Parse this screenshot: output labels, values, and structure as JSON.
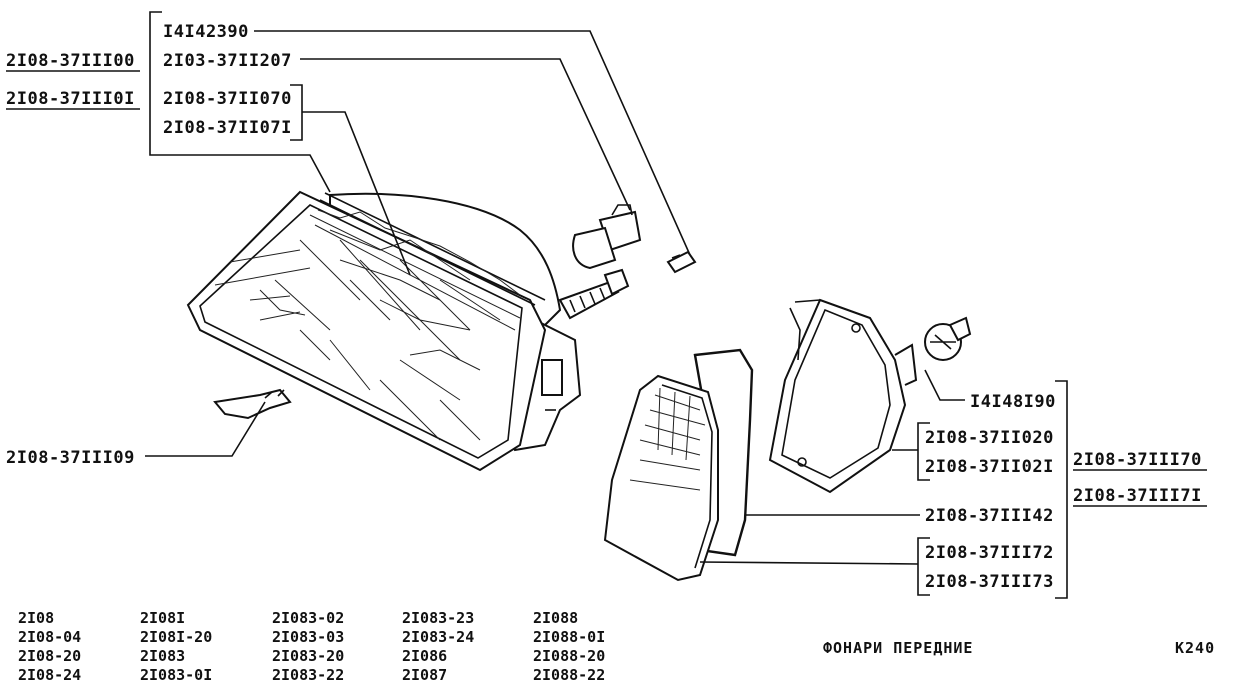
{
  "callouts": {
    "headlamp_assembly_a": "2I08-37III00",
    "headlamp_assembly_b": "2I08-37III0I",
    "bulb_socket_part": "I4I42390",
    "bulb_part": "2I03-37II207",
    "lens_part_a": "2I08-37II070",
    "lens_part_b": "2I08-37II07I",
    "bracket_part": "2I08-37III09",
    "side_bulb_part": "I4I48I90",
    "side_body_part_a": "2I08-37II020",
    "side_body_part_b": "2I08-37II02I",
    "side_assembly_a": "2I08-37III70",
    "side_assembly_b": "2I08-37III7I",
    "gasket_part": "2I08-37III42",
    "side_lens_part_a": "2I08-37III72",
    "side_lens_part_b": "2I08-37III73"
  },
  "models": [
    [
      "2I08",
      "2I08-04",
      "2I08-20",
      "2I08-24"
    ],
    [
      "2I08I",
      "2I08I-20",
      "2I083",
      "2I083-0I"
    ],
    [
      "2I083-02",
      "2I083-03",
      "2I083-20",
      "2I083-22"
    ],
    [
      "2I083-23",
      "2I083-24",
      "2I086",
      "2I087"
    ],
    [
      "2I088",
      "2I088-0I",
      "2I088-20",
      "2I088-22"
    ]
  ],
  "footer": {
    "title": "ФОНАРИ ПЕРЕДНИЕ",
    "code": "К240"
  }
}
